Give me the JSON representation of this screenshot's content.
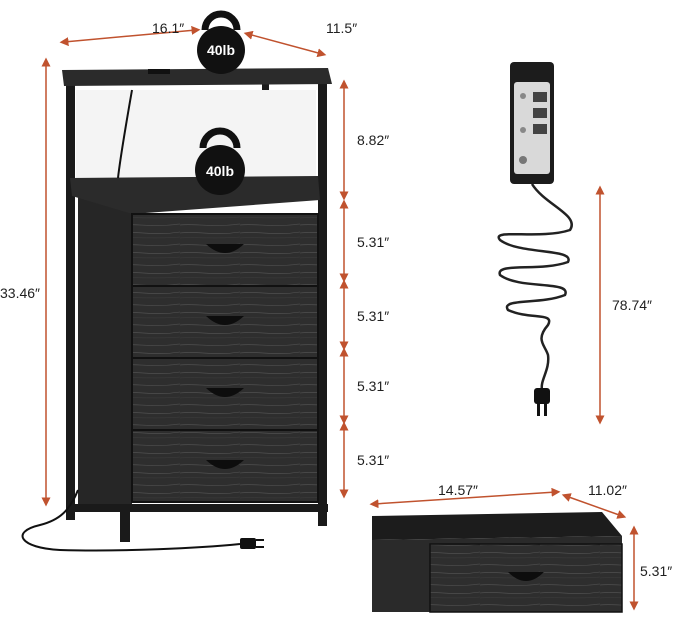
{
  "colors": {
    "dimension_line": "#c0522e",
    "furniture_dark": "#2b2b2b",
    "frame_black": "#1a1a1a",
    "weight_black": "#111111",
    "power_strip_face": "#d9d9d9"
  },
  "weights": {
    "top": "40lb",
    "shelf": "40lb"
  },
  "dimensions": {
    "width": "16.1″",
    "depth": "11.5″",
    "height": "33.46″",
    "shelf_gap": "8.82″",
    "drawer_1": "5.31″",
    "drawer_2": "5.31″",
    "drawer_3": "5.31″",
    "drawer_4": "5.31″",
    "cord_length": "78.74″",
    "drawer_width": "14.57″",
    "drawer_depth": "11.02″",
    "drawer_height": "5.31″"
  },
  "icons": [
    "kettlebell-icon",
    "power-strip-icon",
    "plug-icon"
  ]
}
